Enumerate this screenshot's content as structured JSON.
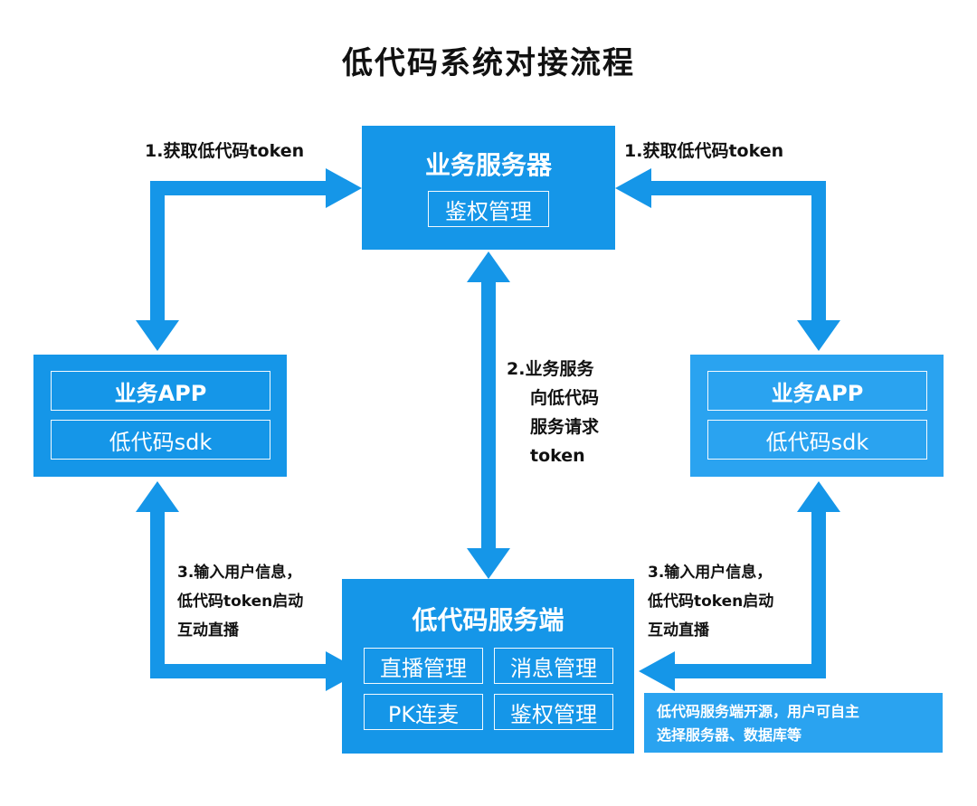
{
  "title": "低代码系统对接流程",
  "colors": {
    "box_primary": "#1596e8",
    "box_secondary": "#2aa3f0",
    "arrow": "#1596e8",
    "text": "#111111"
  },
  "business_server": {
    "title": "业务服务器",
    "module": "鉴权管理"
  },
  "app_left": {
    "app": "业务APP",
    "sdk": "低代码sdk"
  },
  "app_right": {
    "app": "业务APP",
    "sdk": "低代码sdk"
  },
  "lowcode_server": {
    "title": "低代码服务端",
    "modules": [
      "直播管理",
      "消息管理",
      "PK连麦",
      "鉴权管理"
    ]
  },
  "step1_left": "1.获取低代码token",
  "step1_right": "1.获取低代码token",
  "step2": [
    "2.业务服务",
    "向低代码",
    "服务请求",
    "token"
  ],
  "step3_left": [
    "3.输入用户信息，",
    "低代码token启动",
    "互动直播"
  ],
  "step3_right": [
    "3.输入用户信息，",
    "低代码token启动",
    "互动直播"
  ],
  "note": [
    "低代码服务端开源，用户可自主",
    "选择服务器、数据库等"
  ]
}
